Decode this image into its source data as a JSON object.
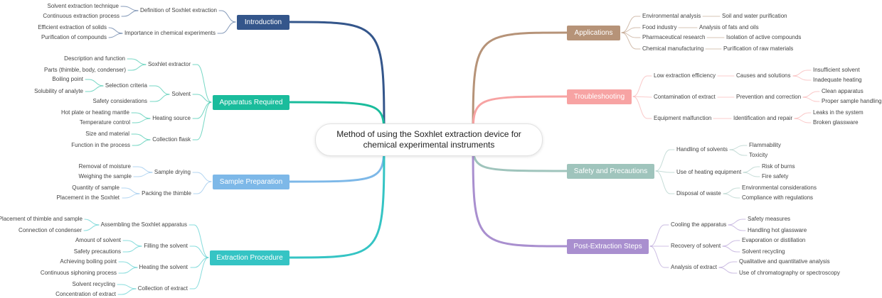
{
  "center": {
    "line1": "Method of using the Soxhlet extraction device for",
    "line2": "chemical experimental instruments"
  },
  "branches": [
    {
      "label": "Introduction",
      "color": "#34568b",
      "children": [
        {
          "label": "Definition of Soxhlet extraction",
          "children": [
            {
              "label": "Solvent extraction technique"
            },
            {
              "label": "Continuous extraction process"
            }
          ]
        },
        {
          "label": "Importance in chemical experiments",
          "children": [
            {
              "label": "Efficient extraction of solids"
            },
            {
              "label": "Purification of compounds"
            }
          ]
        }
      ]
    },
    {
      "label": "Apparatus Required",
      "color": "#1abc9c",
      "children": [
        {
          "label": "Soxhlet extractor",
          "children": [
            {
              "label": "Description and function"
            },
            {
              "label": "Parts (thimble, body, condenser)"
            }
          ]
        },
        {
          "label": "Solvent",
          "children": [
            {
              "label": "Selection criteria",
              "children": [
                {
                  "label": "Boiling point"
                },
                {
                  "label": "Solubility of analyte"
                }
              ]
            },
            {
              "label": "Safety considerations"
            }
          ]
        },
        {
          "label": "Heating source",
          "children": [
            {
              "label": "Hot plate or heating mantle"
            },
            {
              "label": "Temperature control"
            }
          ]
        },
        {
          "label": "Collection flask",
          "children": [
            {
              "label": "Size and material"
            },
            {
              "label": "Function in the process"
            }
          ]
        }
      ]
    },
    {
      "label": "Sample Preparation",
      "color": "#7db8e8",
      "children": [
        {
          "label": "Sample drying",
          "children": [
            {
              "label": "Removal of moisture"
            },
            {
              "label": "Weighing the sample"
            }
          ]
        },
        {
          "label": "Packing the thimble",
          "children": [
            {
              "label": "Quantity of sample"
            },
            {
              "label": "Placement in the Soxhlet"
            }
          ]
        }
      ]
    },
    {
      "label": "Extraction Procedure",
      "color": "#35c4c4",
      "children": [
        {
          "label": "Assembling the Soxhlet apparatus",
          "children": [
            {
              "label": "Placement of thimble and sample"
            },
            {
              "label": "Connection of condenser"
            }
          ]
        },
        {
          "label": "Filling the solvent",
          "children": [
            {
              "label": "Amount of solvent"
            },
            {
              "label": "Safety precautions"
            }
          ]
        },
        {
          "label": "Heating the solvent",
          "children": [
            {
              "label": "Achieving boiling point"
            },
            {
              "label": "Continuous siphoning process"
            }
          ]
        },
        {
          "label": "Collection of extract",
          "children": [
            {
              "label": "Solvent recycling"
            },
            {
              "label": "Concentration of extract"
            }
          ]
        }
      ]
    },
    {
      "label": "Applications",
      "color": "#b69378",
      "children": [
        {
          "label": "Environmental analysis",
          "children": [
            {
              "label": "Soil and water purification"
            }
          ]
        },
        {
          "label": "Food industry",
          "children": [
            {
              "label": "Analysis of fats and oils"
            }
          ]
        },
        {
          "label": "Pharmaceutical research",
          "children": [
            {
              "label": "Isolation of active compounds"
            }
          ]
        },
        {
          "label": "Chemical manufacturing",
          "children": [
            {
              "label": "Purification of raw materials"
            }
          ]
        }
      ]
    },
    {
      "label": "Troubleshooting",
      "color": "#f7a3a3",
      "children": [
        {
          "label": "Low extraction efficiency",
          "children": [
            {
              "label": "Causes and solutions",
              "children": [
                {
                  "label": "Insufficient solvent"
                },
                {
                  "label": "Inadequate heating"
                }
              ]
            }
          ]
        },
        {
          "label": "Contamination of extract",
          "children": [
            {
              "label": "Prevention and correction",
              "children": [
                {
                  "label": "Clean apparatus"
                },
                {
                  "label": "Proper sample handling"
                }
              ]
            }
          ]
        },
        {
          "label": "Equipment malfunction",
          "children": [
            {
              "label": "Identification and repair",
              "children": [
                {
                  "label": "Leaks in the system"
                },
                {
                  "label": "Broken glassware"
                }
              ]
            }
          ]
        }
      ]
    },
    {
      "label": "Safety and Precautions",
      "color": "#9fc4bc",
      "children": [
        {
          "label": "Handling of solvents",
          "children": [
            {
              "label": "Flammability"
            },
            {
              "label": "Toxicity"
            }
          ]
        },
        {
          "label": "Use of heating equipment",
          "children": [
            {
              "label": "Risk of burns"
            },
            {
              "label": "Fire safety"
            }
          ]
        },
        {
          "label": "Disposal of waste",
          "children": [
            {
              "label": "Environmental considerations"
            },
            {
              "label": "Compliance with regulations"
            }
          ]
        }
      ]
    },
    {
      "label": "Post-Extraction Steps",
      "color": "#a98fcf",
      "children": [
        {
          "label": "Cooling the apparatus",
          "children": [
            {
              "label": "Safety measures"
            },
            {
              "label": "Handling hot glassware"
            }
          ]
        },
        {
          "label": "Recovery of solvent",
          "children": [
            {
              "label": "Evaporation or distillation"
            },
            {
              "label": "Solvent recycling"
            }
          ]
        },
        {
          "label": "Analysis of extract",
          "children": [
            {
              "label": "Qualitative and quantitative analysis"
            },
            {
              "label": "Use of chromatography or spectroscopy"
            }
          ]
        }
      ]
    }
  ]
}
